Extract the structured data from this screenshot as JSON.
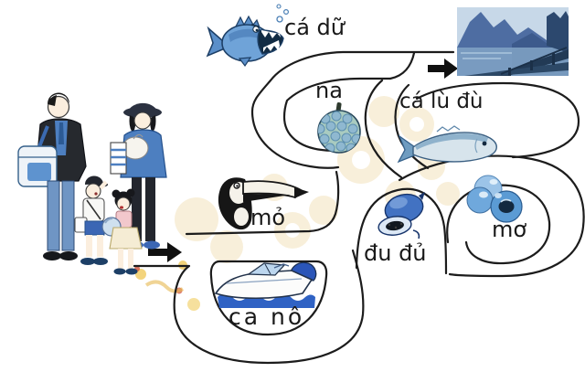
{
  "page": {
    "background": "#ffffff",
    "path_line_color": "#1c1c1c",
    "watermark_color": "#f3e2bd"
  },
  "labels": {
    "ca_du": "cá dữ",
    "na": "na",
    "ca_lu_du": "cá lù đù",
    "mo_beak": "mỏ",
    "du_du": "đu đủ",
    "mo_apricot": "mơ",
    "ca_no": "ca nô"
  },
  "illustrations": {
    "family": "family-walking-illustration",
    "fierce_fish": "fierce-fish-icon",
    "custard_apple": "custard-apple-icon",
    "croaker_fish": "croaker-fish-icon",
    "toucan": "toucan-beak-icon",
    "papaya": "papaya-icon",
    "apricots": "apricot-plums-icon",
    "motorboat": "motorboat-icon",
    "lake_photo": "lake-landscape-photo"
  },
  "arrows": {
    "start": "start-arrow",
    "finish": "finish-arrow"
  },
  "colors": {
    "illustration_blue": "#4d7fc0",
    "light_blue": "#bcd6ee",
    "deep_navy": "#1d3f66",
    "photo_mountain": "#4e6da2",
    "photo_water": "#7fa2c4",
    "arrow_black": "#101010"
  }
}
